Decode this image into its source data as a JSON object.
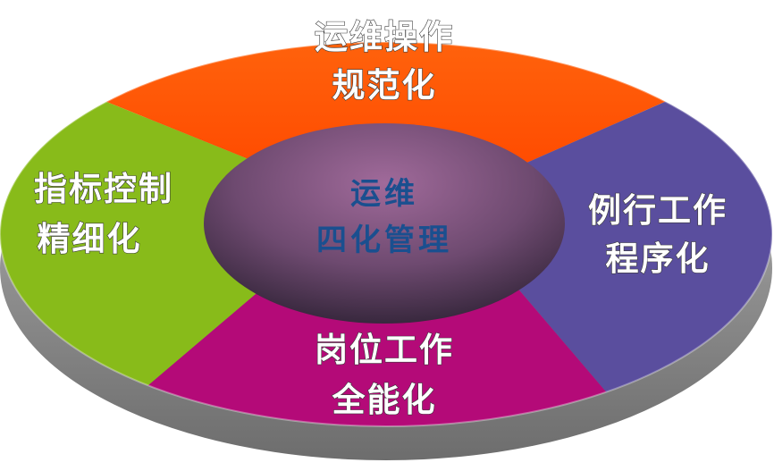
{
  "center": {
    "line1": "运维",
    "line2": "四化管理"
  },
  "segments": {
    "top": {
      "line1": "运维操作",
      "line2": "规范化",
      "color": "#ff5a00"
    },
    "right": {
      "line1": "例行工作",
      "line2": "程序化",
      "color": "#5a4e9e"
    },
    "bottom": {
      "line1": "岗位工作",
      "line2": "全能化",
      "color": "#b40a78"
    },
    "left": {
      "line1": "指标控制",
      "line2": "精细化",
      "color": "#88bb1a"
    }
  },
  "colors": {
    "rim": "#9a9a9a",
    "hub": "#6b4a6e",
    "center_text": "#1a4f8f"
  }
}
